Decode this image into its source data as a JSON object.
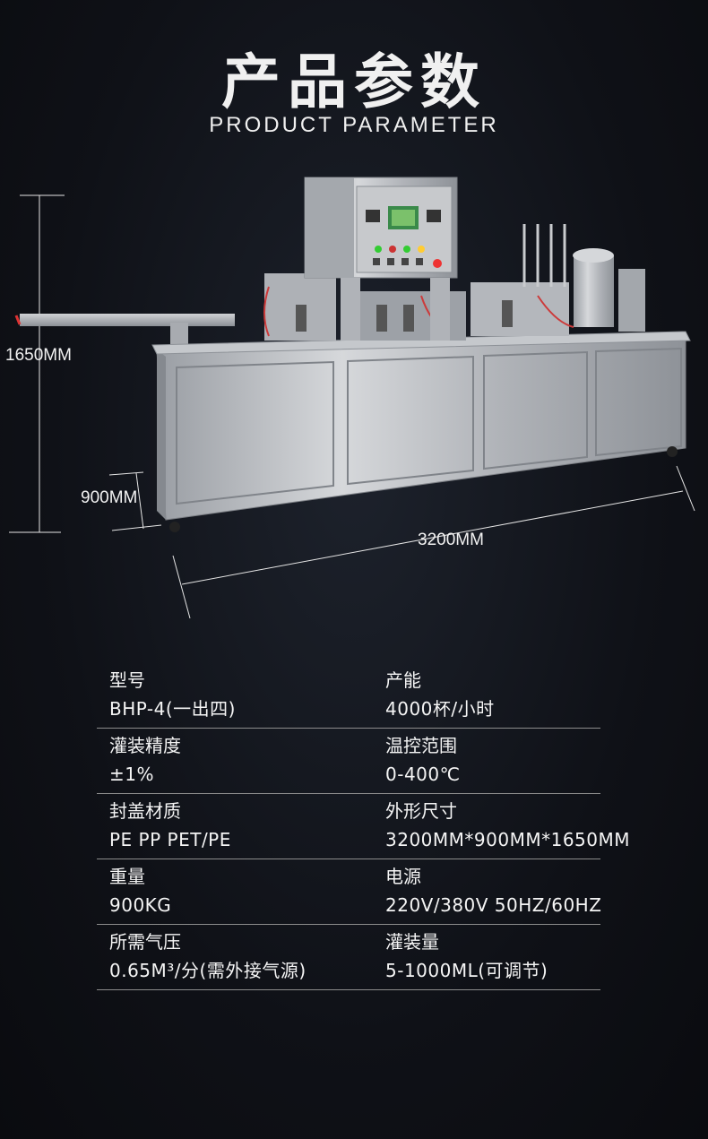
{
  "header": {
    "title_cn": "产品参数",
    "title_en": "PRODUCT PARAMETER"
  },
  "dimensions": {
    "height": "1650MM",
    "depth": "900MM",
    "length": "3200MM"
  },
  "specs": [
    {
      "left_label": "型号",
      "left_value": "BHP-4(一出四)",
      "right_label": "产能",
      "right_value": "4000杯/小时"
    },
    {
      "left_label": "灌装精度",
      "left_value": "±1%",
      "right_label": "温控范围",
      "right_value": "0-400℃"
    },
    {
      "left_label": "封盖材质",
      "left_value": "PE PP PET/PE",
      "right_label": "外形尺寸",
      "right_value": "3200MM*900MM*1650MM"
    },
    {
      "left_label": "重量",
      "left_value": "900KG",
      "right_label": "电源",
      "right_value": "220V/380V 50HZ/60HZ"
    },
    {
      "left_label": "所需气压",
      "left_value": "0.65M³/分(需外接气源)",
      "right_label": "灌装量",
      "right_value": "5-1000ML(可调节)"
    }
  ],
  "colors": {
    "background": "#111318",
    "steel": "#b9bcc1",
    "text": "#f2f2f2"
  }
}
